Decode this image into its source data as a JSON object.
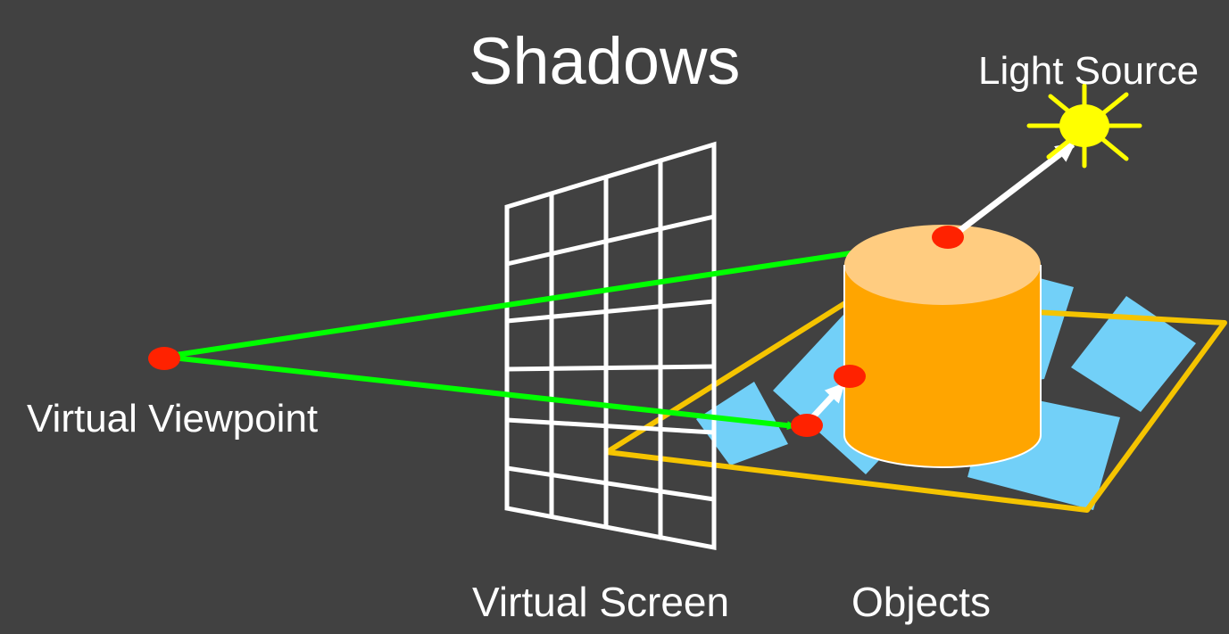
{
  "title": "Shadows",
  "labels": {
    "light_source": "Light Source",
    "virtual_viewpoint": "Virtual Viewpoint",
    "virtual_screen": "Virtual Screen",
    "objects": "Objects"
  },
  "colors": {
    "background": "#414141",
    "text": "#ffffff",
    "eye_ray": "#00ff00",
    "shadow_ray": "#ffffff",
    "hit_point": "#ff2200",
    "light": "#ffff00",
    "cylinder_side": "#ffa500",
    "cylinder_top": "#ffcc80",
    "floor_outline": "#f5c400",
    "floor_tile": "#72d0f8",
    "screen_grid": "#ffffff"
  }
}
